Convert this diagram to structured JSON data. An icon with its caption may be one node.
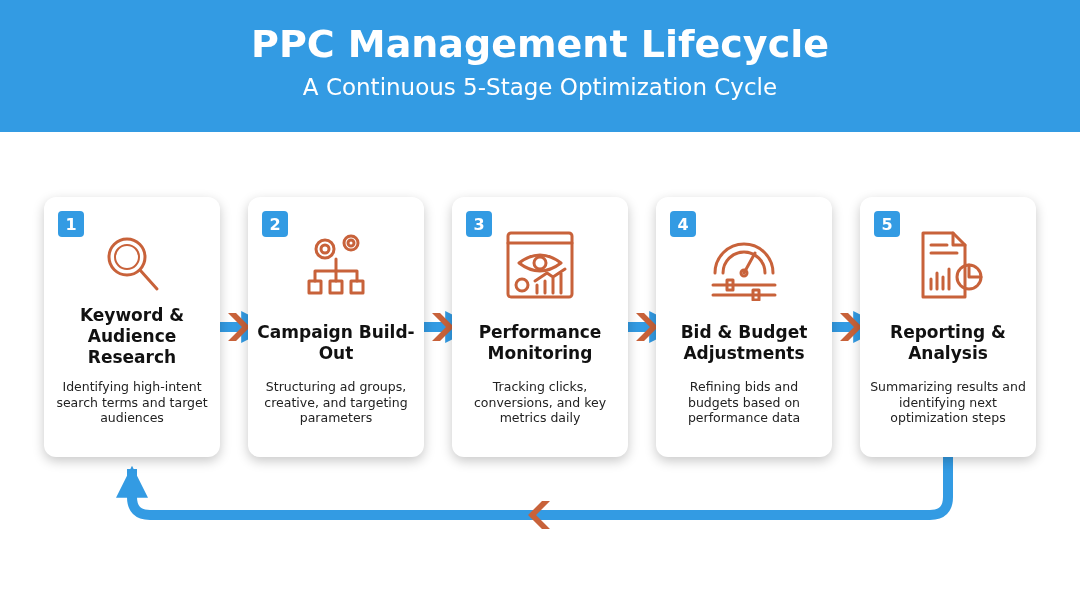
{
  "diagram": {
    "title": "PPC Management Lifecycle",
    "caption": "A Continuous 5-Stage Optimization Cycle",
    "nodes": [
      {
        "text": [
          "1",
          "Keyword & Audience Research",
          "Identifying high-intent search terms and target audiences"
        ]
      },
      {
        "text": [
          "2",
          "Campaign Build-Out",
          "Structuring ad groups, creative, and targeting parameters"
        ]
      },
      {
        "text": [
          "3",
          "Performance Monitoring",
          "Tracking clicks, conversions, and key metrics daily"
        ]
      },
      {
        "text": [
          "4",
          "Bid & Budget Adjustments",
          "Refining bids and budgets based on performance data"
        ]
      },
      {
        "text": [
          "5",
          "Reporting & Analysis",
          "Summarizing results and identifying next optimization steps"
        ]
      }
    ],
    "edges": [
      {
        "from": 0,
        "to": 1,
        "arrow": "to"
      },
      {
        "from": 1,
        "to": 2,
        "arrow": "to"
      },
      {
        "from": 2,
        "to": 3,
        "arrow": "to"
      },
      {
        "from": 3,
        "to": 4,
        "arrow": "to"
      },
      {
        "from": 4,
        "to": 0,
        "arrow": "to"
      }
    ]
  }
}
